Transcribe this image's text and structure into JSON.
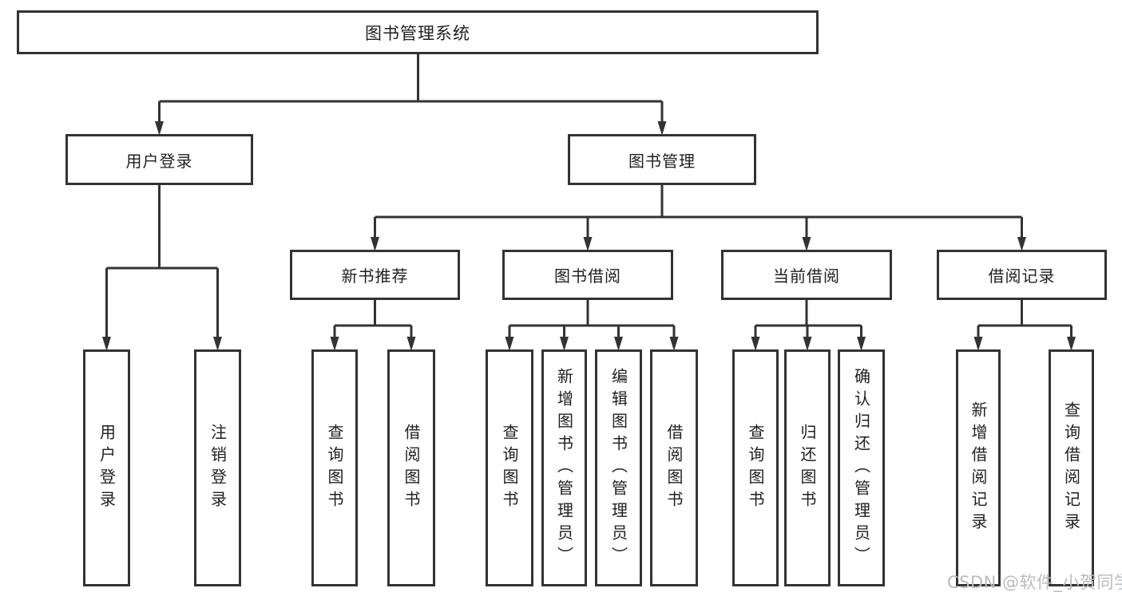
{
  "diagram": {
    "root": {
      "label": "图书管理系统"
    },
    "branches": [
      {
        "label": "用户登录"
      },
      {
        "label": "图书管理"
      }
    ],
    "modules": [
      {
        "label": "新书推荐"
      },
      {
        "label": "图书借阅"
      },
      {
        "label": "当前借阅"
      },
      {
        "label": "借阅记录"
      }
    ],
    "leaves": [
      {
        "label": "用户登录"
      },
      {
        "label": "注销登录"
      },
      {
        "label": "查询图书"
      },
      {
        "label": "借阅图书"
      },
      {
        "label": "查询图书"
      },
      {
        "label": "新增图书（管理员）"
      },
      {
        "label": "编辑图书（管理员）"
      },
      {
        "label": "借阅图书"
      },
      {
        "label": "查询图书"
      },
      {
        "label": "归还图书"
      },
      {
        "label": "确认归还（管理员）"
      },
      {
        "label": "新增借阅记录"
      },
      {
        "label": "查询借阅记录"
      }
    ]
  },
  "watermark": {
    "text": "CSDN @软件_小贺同学"
  },
  "colors": {
    "line": "#333333",
    "text": "#1f1f1f",
    "watermark": "#b9bcc0",
    "background": "#ffffff"
  }
}
